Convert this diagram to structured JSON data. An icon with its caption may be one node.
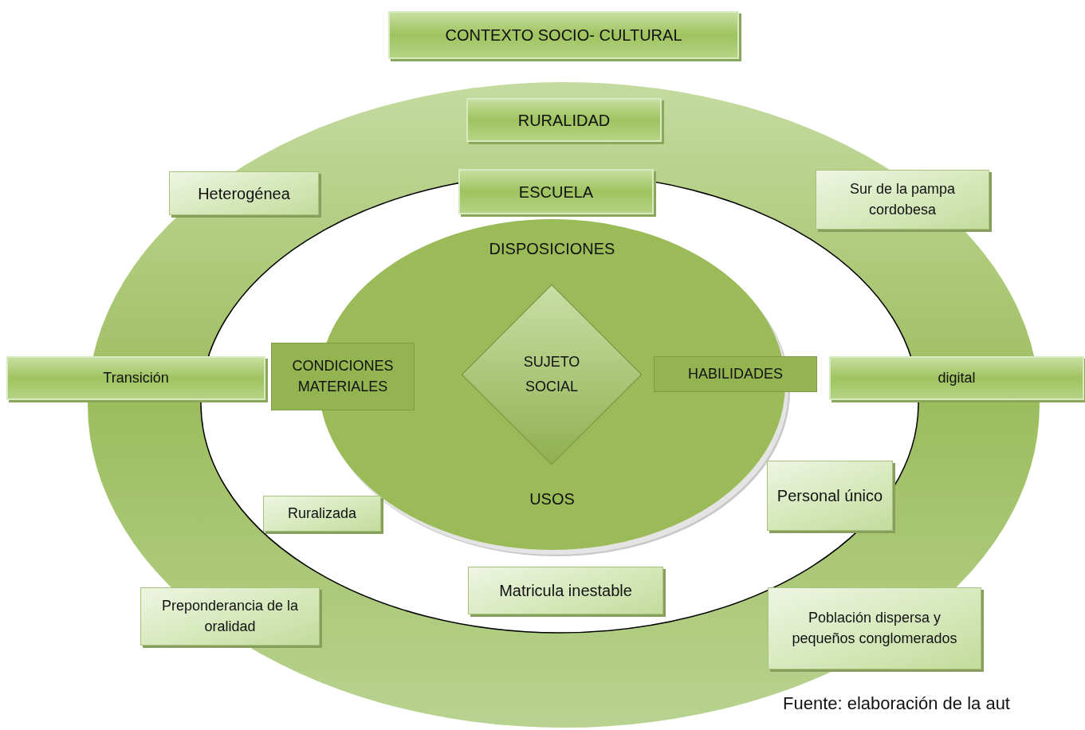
{
  "diagram": {
    "nodes": [
      {
        "text": [
          "CONTEXTO SOCIO- CULTURAL"
        ]
      },
      {
        "text": [
          "RURALIDAD"
        ]
      },
      {
        "text": [
          "Heterogénea"
        ]
      },
      {
        "text": [
          "ESCUELA"
        ]
      },
      {
        "text": [
          "Sur de la pampa cordobesa"
        ]
      },
      {
        "text": [
          "DISPOSICIONES",
          "USOS"
        ]
      },
      {
        "text": [
          "Transición"
        ]
      },
      {
        "text": [
          "CONDICIONES MATERIALES"
        ]
      },
      {
        "text": [
          "SUJETO SOCIAL"
        ],
        "in": 5
      },
      {
        "text": [
          "HABILIDADES"
        ]
      },
      {
        "text": [
          "digital"
        ]
      },
      {
        "text": [
          "Personal único"
        ]
      },
      {
        "text": [
          "Ruralizada"
        ]
      },
      {
        "text": [
          "Matricula inestable"
        ]
      },
      {
        "text": [
          "Preponderancia de la oralidad"
        ]
      },
      {
        "text": [
          "Población dispersa y pequeños conglomerados"
        ]
      }
    ],
    "labels": [
      "Fuente: elaboración de la aut"
    ]
  }
}
